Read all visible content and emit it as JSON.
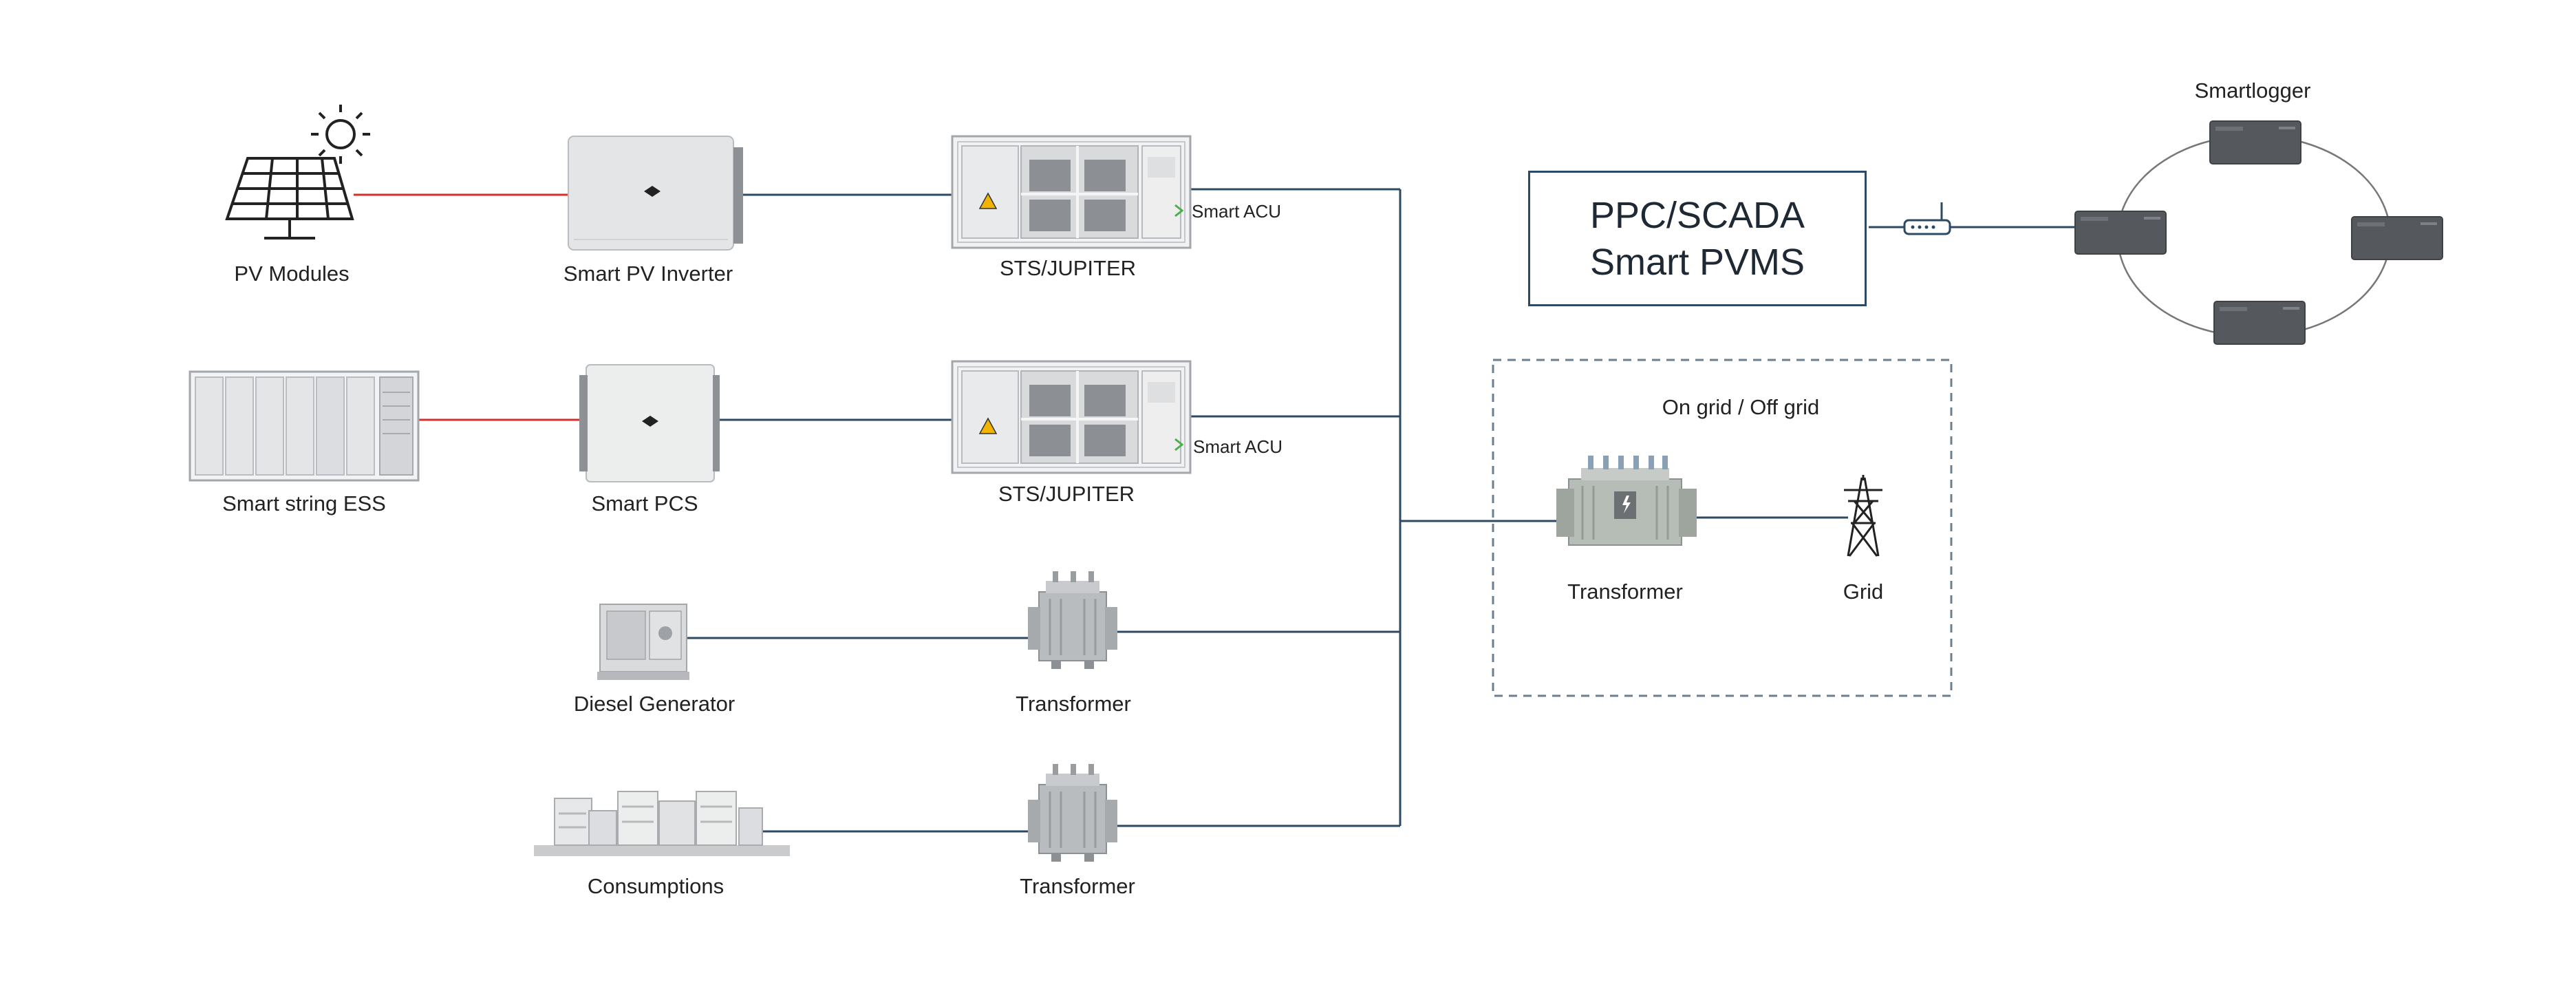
{
  "labels": {
    "pv_modules": "PV Modules",
    "smart_pv_inverter": "Smart PV Inverter",
    "sts_jupiter_1": "STS/JUPITER",
    "smart_acu_1": "Smart ACU",
    "smart_string_ess": "Smart string ESS",
    "smart_pcs": "Smart PCS",
    "sts_jupiter_2": "STS/JUPITER",
    "smart_acu_2": "Smart ACU",
    "diesel_generator": "Diesel Generator",
    "transformer_diesel": "Transformer",
    "consumptions": "Consumptions",
    "transformer_consumptions": "Transformer",
    "ppc_line1": "PPC/SCADA",
    "ppc_line2": "Smart PVMS",
    "smartlogger": "Smartlogger",
    "grid_mode": "On grid / Off grid",
    "transformer_grid": "Transformer",
    "grid": "Grid"
  },
  "icons": {
    "pv": "solar-panel-icon",
    "sun": "sun-icon",
    "inverter": "inverter-icon",
    "sts": "sts-container-icon",
    "ess": "battery-container-icon",
    "pcs": "pcs-icon",
    "generator": "diesel-generator-icon",
    "transformer": "transformer-icon",
    "buildings": "buildings-icon",
    "router": "router-icon",
    "logger": "smartlogger-device-icon",
    "tower": "transmission-tower-icon"
  },
  "colors": {
    "dc_line": "#d32f2f",
    "ac_line": "#2c4a63",
    "acu_arrow": "#4caf50",
    "box_border": "#2c4a63",
    "dashed_border": "#6b7f90"
  }
}
